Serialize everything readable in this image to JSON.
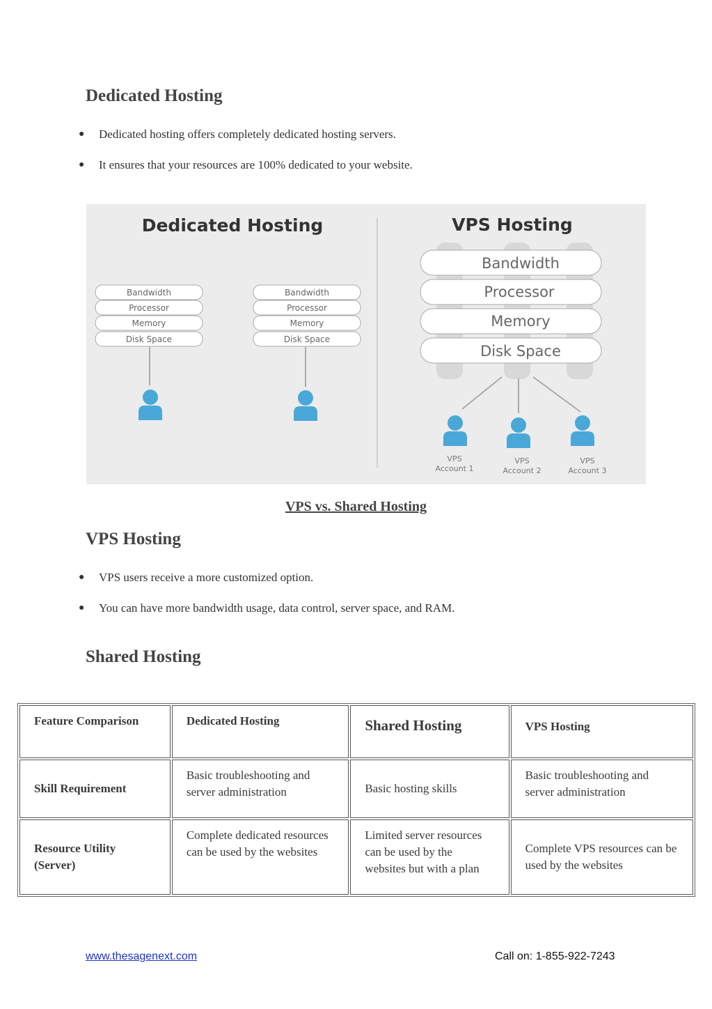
{
  "sections": {
    "dedicated": {
      "title": "Dedicated Hosting",
      "bullets": [
        "Dedicated hosting offers completely dedicated hosting servers.",
        "It ensures that your resources are 100% dedicated to your website."
      ]
    },
    "vps": {
      "title": "VPS Hosting",
      "bullets": [
        "VPS users receive a more customized option.",
        "You can have more bandwidth usage, data control, server space, and RAM."
      ]
    },
    "shared": {
      "title": "Shared Hosting"
    }
  },
  "figure": {
    "left_title": "Dedicated Hosting",
    "right_title": "VPS Hosting",
    "resources": [
      "Bandwidth",
      "Processor",
      "Memory",
      "Disk Space"
    ],
    "accounts": [
      {
        "line1": "VPS",
        "line2": "Account 1"
      },
      {
        "line1": "VPS",
        "line2": "Account 2"
      },
      {
        "line1": "VPS",
        "line2": "Account 3"
      }
    ],
    "colors": {
      "background": "#ececec",
      "user": "#4aa8d8",
      "pill_fill": "#ffffff",
      "pill_stroke": "#aaaaaa"
    }
  },
  "caption": "VPS vs. Shared Hosting",
  "table": {
    "headers": [
      "Feature Comparison",
      "Dedicated Hosting",
      "Shared Hosting",
      "VPS Hosting"
    ],
    "rows": [
      [
        "Skill Requirement",
        "Basic troubleshooting and server administration",
        "Basic hosting skills",
        "Basic troubleshooting and server administration"
      ],
      [
        "Resource Utility (Server)",
        "Complete dedicated resources can be used by the websites",
        "Limited server resources can be used by the websites but with a plan",
        "Complete VPS resources can be used by the websites"
      ]
    ]
  },
  "footer": {
    "website": "www.thesagenext.com",
    "call": "Call on: 1-855-922-7243"
  }
}
